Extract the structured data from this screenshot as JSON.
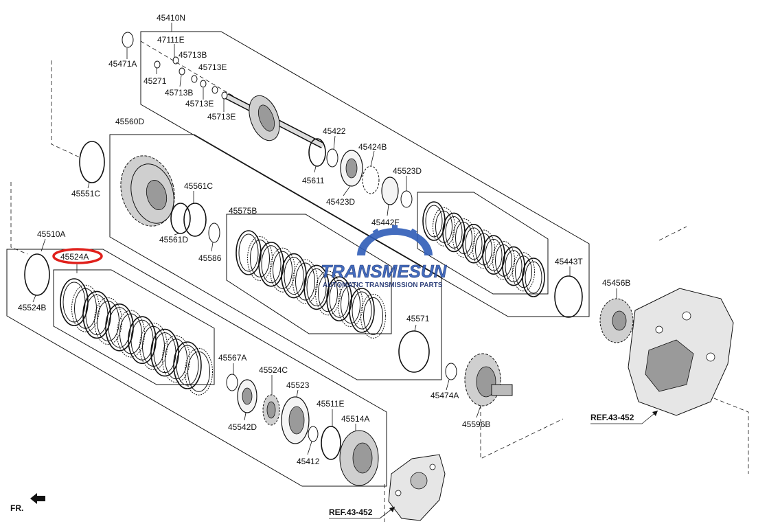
{
  "labels": {
    "p45410N": "45410N",
    "p47111E": "47111E",
    "p45713B_1": "45713B",
    "p45713E_1": "45713E",
    "p45471A": "45471A",
    "p45271": "45271",
    "p45713B_2": "45713B",
    "p45713E_2": "45713E",
    "p45713E_3": "45713E",
    "p45560D": "45560D",
    "p45422": "45422",
    "p45424B": "45424B",
    "p45611": "45611",
    "p45423D": "45423D",
    "p45523D": "45523D",
    "p45551C": "45551C",
    "p45561C": "45561C",
    "p45561D": "45561D",
    "p45442F": "45442F",
    "p45575B": "45575B",
    "p45586": "45586",
    "p45510A": "45510A",
    "p45524A": "45524A",
    "p45443T": "45443T",
    "p45524B": "45524B",
    "p45456B": "45456B",
    "p45571": "45571",
    "p45567A": "45567A",
    "p45524C": "45524C",
    "p45523": "45523",
    "p45474A": "45474A",
    "p45511E": "45511E",
    "p45542D": "45542D",
    "p45514A": "45514A",
    "p45596B": "45596B",
    "p45412": "45412"
  },
  "refs": {
    "ref_right": "REF.43-452",
    "ref_bottom": "REF.43-452"
  },
  "front_marker": "FR.",
  "watermark": {
    "brand": "TRANSMESUN",
    "tagline": "AUTOMATIC TRANSMISSION PARTS"
  },
  "colors": {
    "highlight": "#e0201b",
    "watermark_blue": "#2f5db8",
    "watermark_navy": "#1b2f6e"
  }
}
